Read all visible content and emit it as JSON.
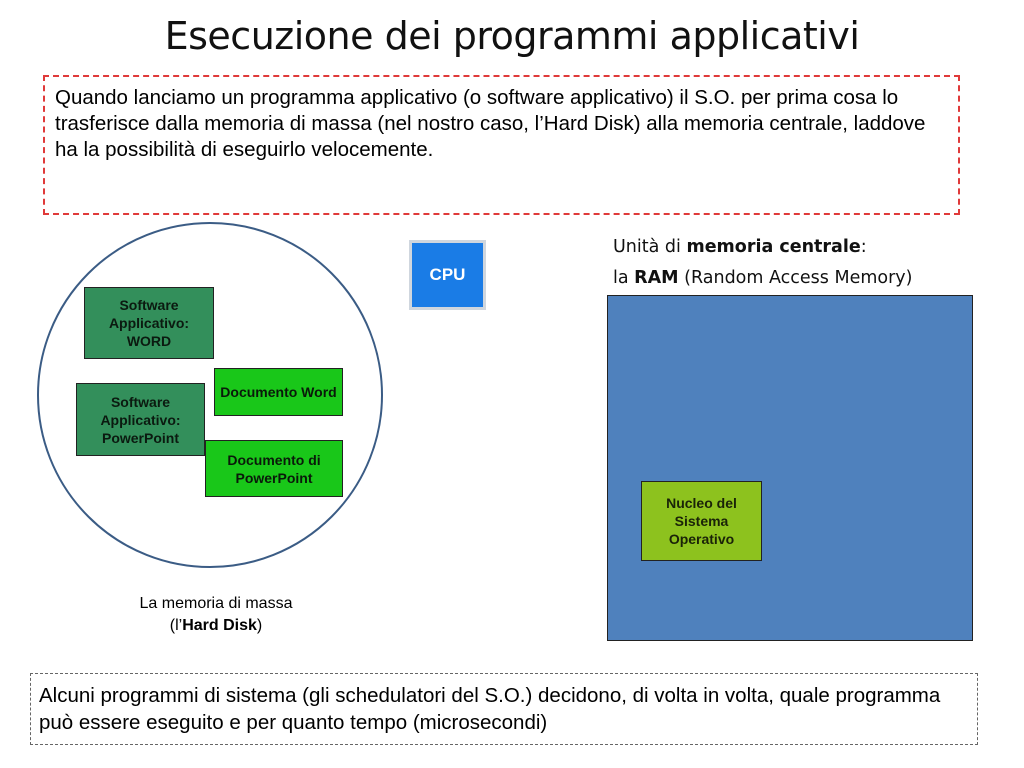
{
  "title": "Esecuzione dei programmi applicativi",
  "intro": "Quando lanciamo un programma applicativo (o software applicativo) il S.O. per prima cosa lo trasferisce dalla memoria di massa (nel nostro caso, l’Hard Disk) alla memoria centrale, laddove ha la possibilità di eseguirlo velocemente.",
  "hard_disk": {
    "boxes": {
      "word_app": "Software Applicativo: WORD",
      "doc_word": "Documento Word",
      "ppt_app": "Software Applicativo: PowerPoint",
      "doc_ppt": "Documento di PowerPoint"
    },
    "label_line1": "La memoria di massa",
    "label_prefix": "(l’",
    "label_bold": "Hard Disk",
    "label_suffix": ")"
  },
  "cpu": {
    "label": "CPU"
  },
  "ram": {
    "line1_prefix": "Unità di ",
    "line1_bold": "memoria centrale",
    "line1_suffix": ":",
    "line2_prefix": "la ",
    "line2_bold": "RAM",
    "line2_suffix": " (Random Access Memory)",
    "kernel": "Nucleo del Sistema Operativo"
  },
  "note": "Alcuni programmi di sistema (gli schedulatori del S.O.) decidono, di volta in volta, quale programma può essere eseguito e per quanto tempo (microsecondi)",
  "colors": {
    "dashed_red": "#e03a3a",
    "circle_border": "#3b5c85",
    "dark_green": "#338f5b",
    "bright_green": "#19c719",
    "lime_green": "#8dc21e",
    "cpu_blue": "#1a7ce6",
    "ram_blue": "#4f81bd"
  }
}
